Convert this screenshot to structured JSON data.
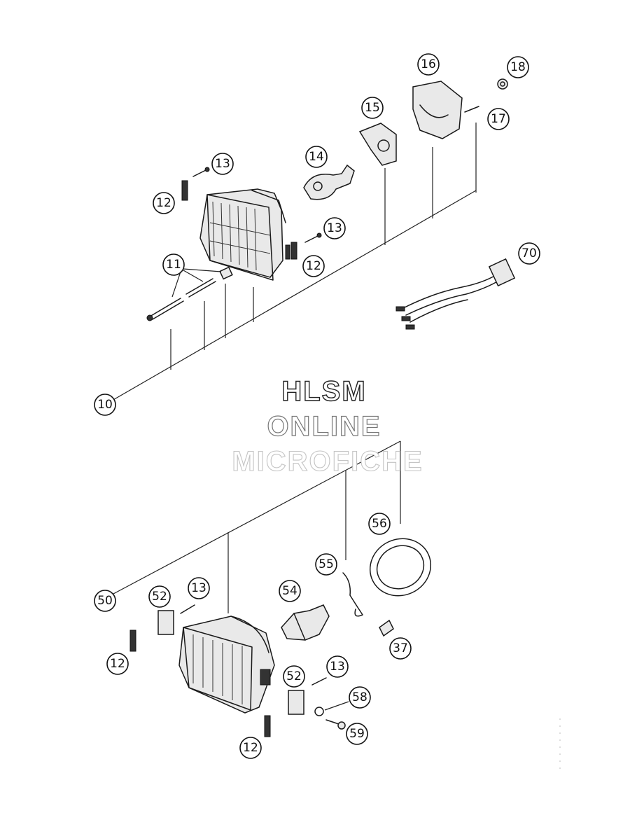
{
  "watermark": {
    "line1": "HLSM",
    "line2": "ONLINE",
    "line3": "MICROFICHE"
  },
  "callouts": {
    "c10": "10",
    "c11": "11",
    "c12a": "12",
    "c12b": "12",
    "c12c": "12",
    "c12d": "12",
    "c13a": "13",
    "c13b": "13",
    "c13c": "13",
    "c13d": "13",
    "c14": "14",
    "c15": "15",
    "c16": "16",
    "c17": "17",
    "c18": "18",
    "c37": "37",
    "c50": "50",
    "c52a": "52",
    "c52b": "52",
    "c54": "54",
    "c55": "55",
    "c56": "56",
    "c58": "58",
    "c59": "59",
    "c70": "70"
  }
}
